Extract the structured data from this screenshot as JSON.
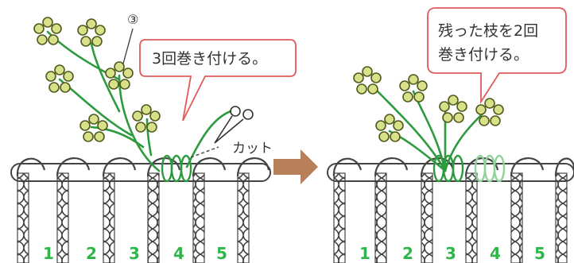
{
  "left_panel": {
    "callout": "3回巻き付ける。",
    "step_marker": "③",
    "cut_label": "カット",
    "rod_numbers": [
      "1",
      "2",
      "3",
      "4",
      "5"
    ]
  },
  "right_panel": {
    "callout_line1": "残った枝を2回",
    "callout_line2": "巻き付ける。",
    "rod_numbers": [
      "1",
      "2",
      "3",
      "4",
      "5"
    ]
  },
  "colors": {
    "stem": "#2e9a3e",
    "wrap_light": "#8fd39a",
    "flower_fill": "#d9e08a",
    "flower_stroke": "#4f5a1c",
    "arrow": "#b8805a",
    "callout_border": "#e05a5a",
    "number_green": "#2fb64a",
    "line": "#444444"
  },
  "icons": [
    "scissors-icon",
    "next-arrow-icon"
  ]
}
